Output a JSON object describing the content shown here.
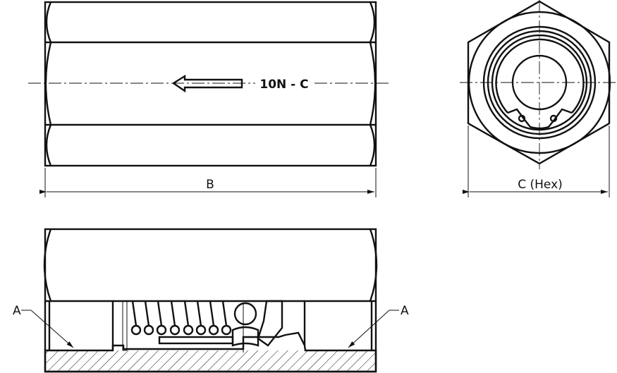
{
  "drawing": {
    "flow_label": "10N - C",
    "dimension_length_label": "B",
    "dimension_hex_label": "C (Hex)",
    "section_label_left": "A",
    "section_label_right": "A"
  }
}
